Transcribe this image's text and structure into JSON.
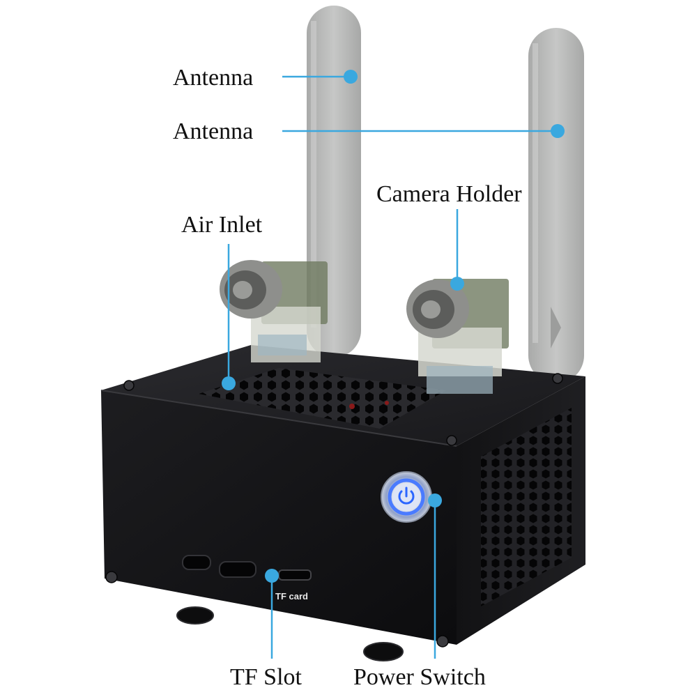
{
  "labels": {
    "antenna_1": "Antenna",
    "antenna_2": "Antenna",
    "camera_holder": "Camera Holder",
    "air_inlet": "Air Inlet",
    "tf_slot": "TF Slot",
    "power_switch": "Power Switch"
  },
  "case_print": {
    "tf_card": "TF card"
  },
  "colors": {
    "callout": "#3aa8df",
    "case_body": "#141416",
    "antenna": "#b9bab9",
    "power_ring": "#4a7bff"
  }
}
